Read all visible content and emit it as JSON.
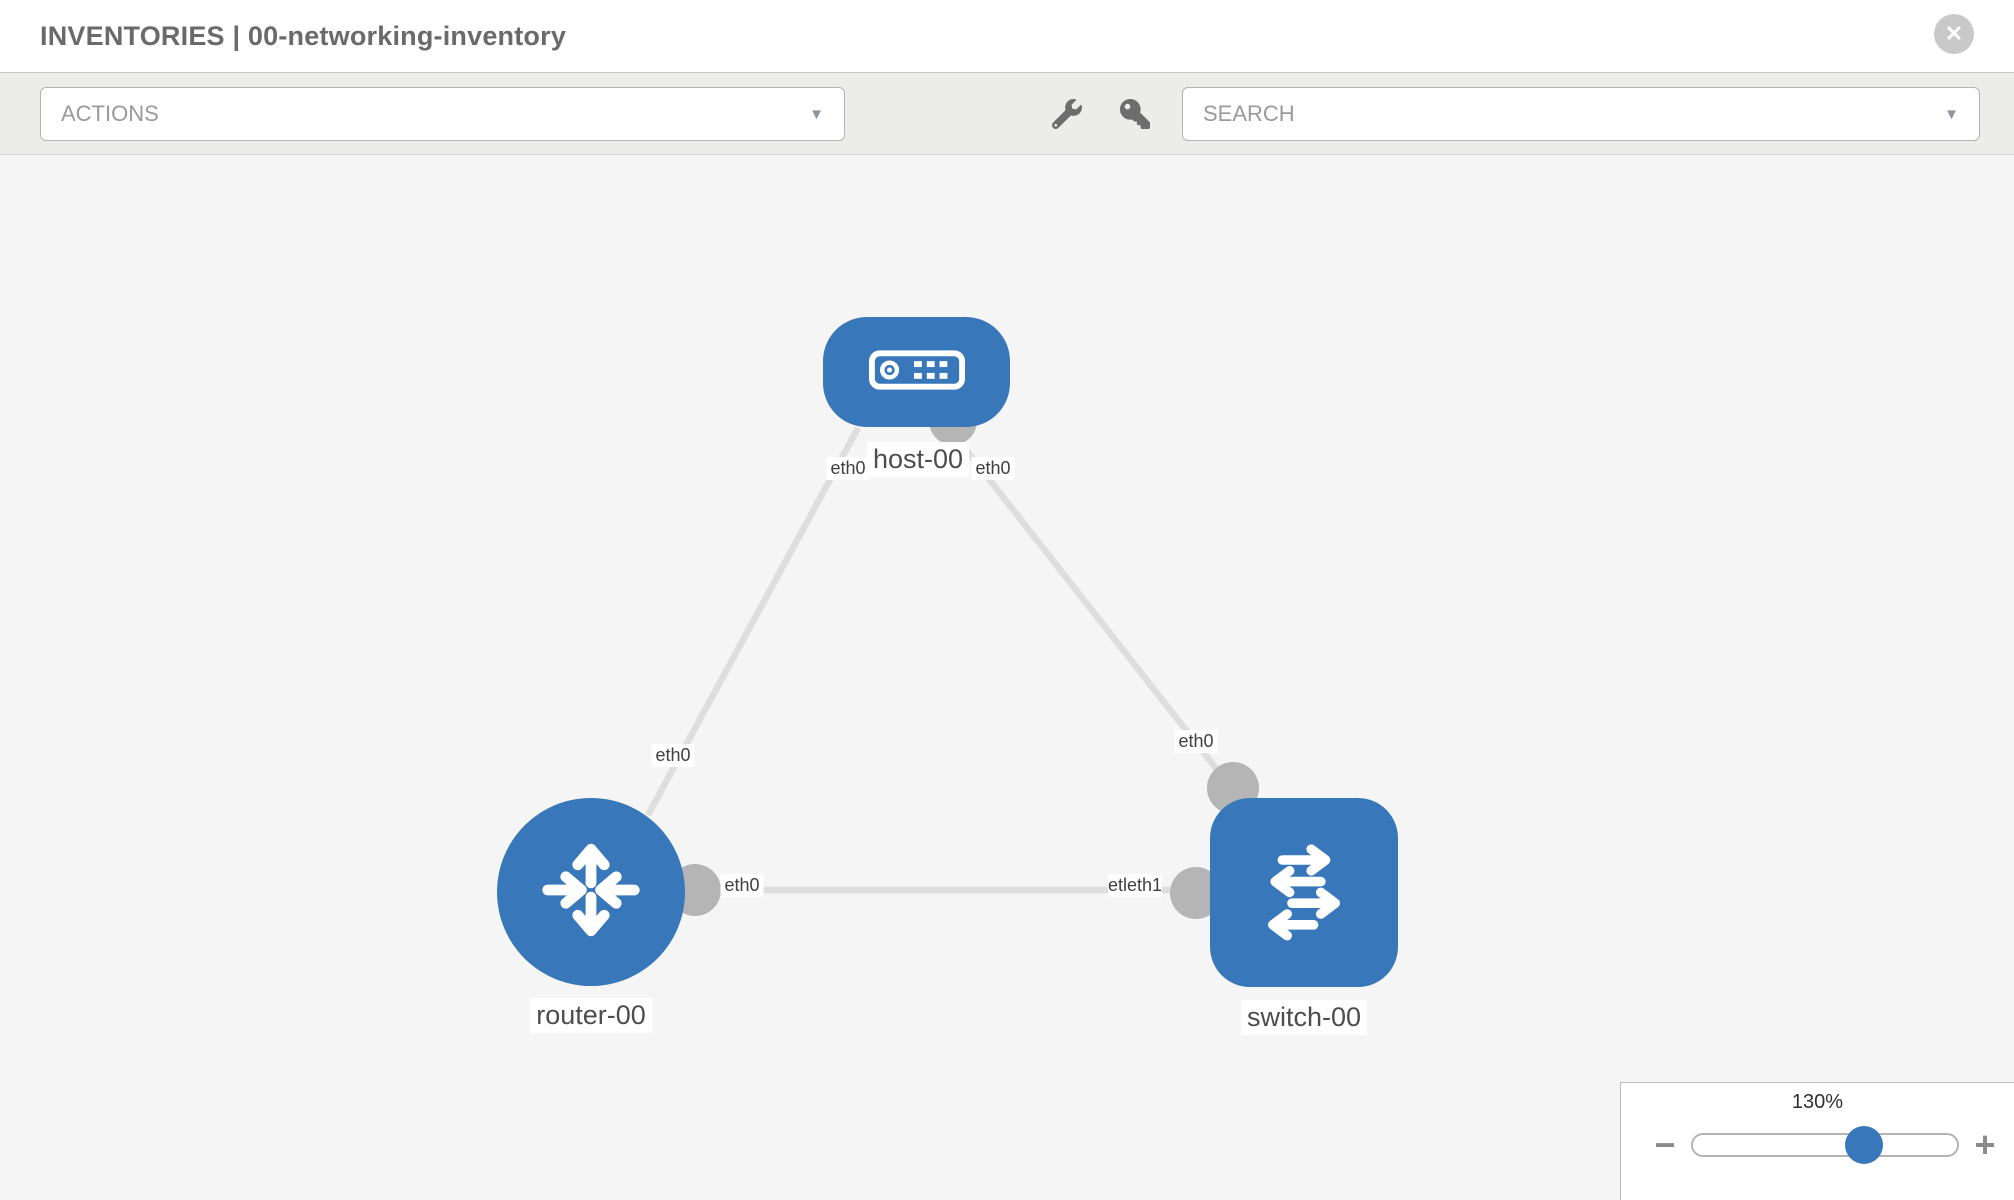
{
  "window": {
    "title": "INVENTORIES | 00-networking-inventory"
  },
  "toolbar": {
    "actions_label": "ACTIONS",
    "search_label": "SEARCH"
  },
  "glyphs": {
    "close": "✕",
    "caret": "▼",
    "minus": "−",
    "plus": "+"
  },
  "topology": {
    "nodes": [
      {
        "id": "host-00",
        "type": "host",
        "label": "host-00"
      },
      {
        "id": "router-00",
        "type": "router",
        "label": "router-00"
      },
      {
        "id": "switch-00",
        "type": "switch",
        "label": "switch-00"
      }
    ],
    "links": [
      {
        "from": "host-00",
        "to": "router-00",
        "from_label": "eth0",
        "to_label": "eth0"
      },
      {
        "from": "host-00",
        "to": "switch-00",
        "from_label": "eth0",
        "to_label": "eth0"
      },
      {
        "from": "router-00",
        "to": "switch-00",
        "from_label": "eth0",
        "to_label_obscured_fragment": "etl",
        "to_label": "eth1"
      }
    ]
  },
  "zoom_control": {
    "value": "130%"
  },
  "colors": {
    "node_blue": "#3878ba",
    "link_gray": "#dedede",
    "connector_gray": "#b5b5b5",
    "toolbar_gray": "#ececeb",
    "canvas_gray": "#f5f5f5"
  }
}
